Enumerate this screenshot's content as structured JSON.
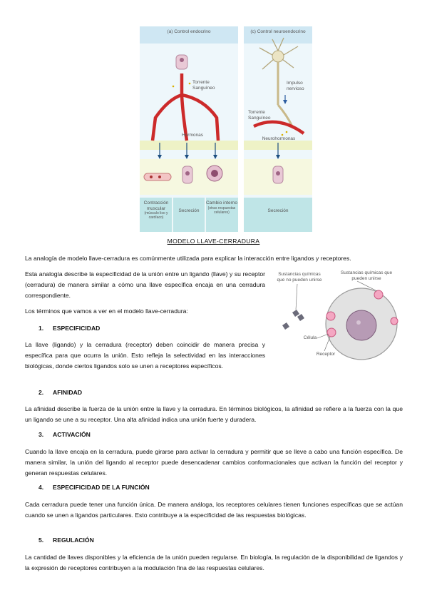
{
  "figure_top": {
    "panel_a_title": "(a) Control endocrino",
    "panel_c_title": "(c) Control neuroendocrino",
    "torrente_a": "Torrente Sanguíneo",
    "impulso": "Impulso nervioso",
    "torrente_c": "Torrente Sanguíneo",
    "neurohormonas": "Neurohormonas",
    "hormonas": "Hormonas",
    "contraccion_title": "Contracción muscular",
    "contraccion_sub": "(músculo liso y cardíaco)",
    "secrecion_a": "Secreción",
    "cambio_title": "Cambio interno",
    "cambio_sub": "(otras respuestas celulares)",
    "secrecion_c": "Secreción"
  },
  "figure_right": {
    "no_unirse": "Sustancias químicas que no pueden unirse",
    "si_unirse": "Sustancias químicas que pueden unirse",
    "celula": "Célula",
    "receptor": "Receptor"
  },
  "doc": {
    "title": "MODELO LLAVE-CERRADURA",
    "p1": "La analogía de modelo llave-cerradura es comúnmente utilizada para explicar la interacción entre ligandos y receptores.",
    "p2": "Esta analogía describe la especificidad de la unión entre un ligando (llave) y su receptor (cerradura) de manera similar a cómo una llave específica encaja en una cerradura correspondiente.",
    "p3": "Los términos que vamos a ver en el modelo llave-cerradura:",
    "s1_num": "1.",
    "s1_title": "ESPECIFICIDAD",
    "s1_text": "La llave (ligando) y la cerradura (receptor) deben coincidir de manera precisa y específica para que ocurra la unión. Esto refleja la selectividad en las interacciones biológicas, donde ciertos ligandos solo se unen a receptores específicos.",
    "s2_num": "2.",
    "s2_title": "AFINIDAD",
    "s2_text": "La afinidad describe la fuerza de la unión entre la llave y la cerradura. En términos biológicos, la afinidad se refiere a la fuerza con la que un ligando se une a su receptor. Una alta afinidad indica una unión fuerte y duradera.",
    "s3_num": "3.",
    "s3_title": "ACTIVACIÓN",
    "s3_text": "Cuando la llave encaja en la cerradura, puede girarse para activar la cerradura y permitir que se lleve a cabo una función específica. De manera similar, la unión del ligando al receptor puede desencadenar cambios conformacionales que activan la función del receptor y generan respuestas celulares.",
    "s4_num": "4.",
    "s4_title": "ESPECIFICIDAD DE LA FUNCIÓN",
    "s4_text": "Cada cerradura puede tener una función única. De manera análoga, los receptores celulares tienen funciones específicas que se actúan cuando se unen a ligandos particulares. Esto contribuye a la especificidad de las respuestas biológicas.",
    "s5_num": "5.",
    "s5_title": "REGULACIÓN",
    "s5_text": "La cantidad de llaves disponibles y la eficiencia de la unión pueden regularse. En biología, la regulación de la disponibilidad de ligandos y la expresión de receptores contribuyen a la modulación fina de las respuestas celulares."
  }
}
